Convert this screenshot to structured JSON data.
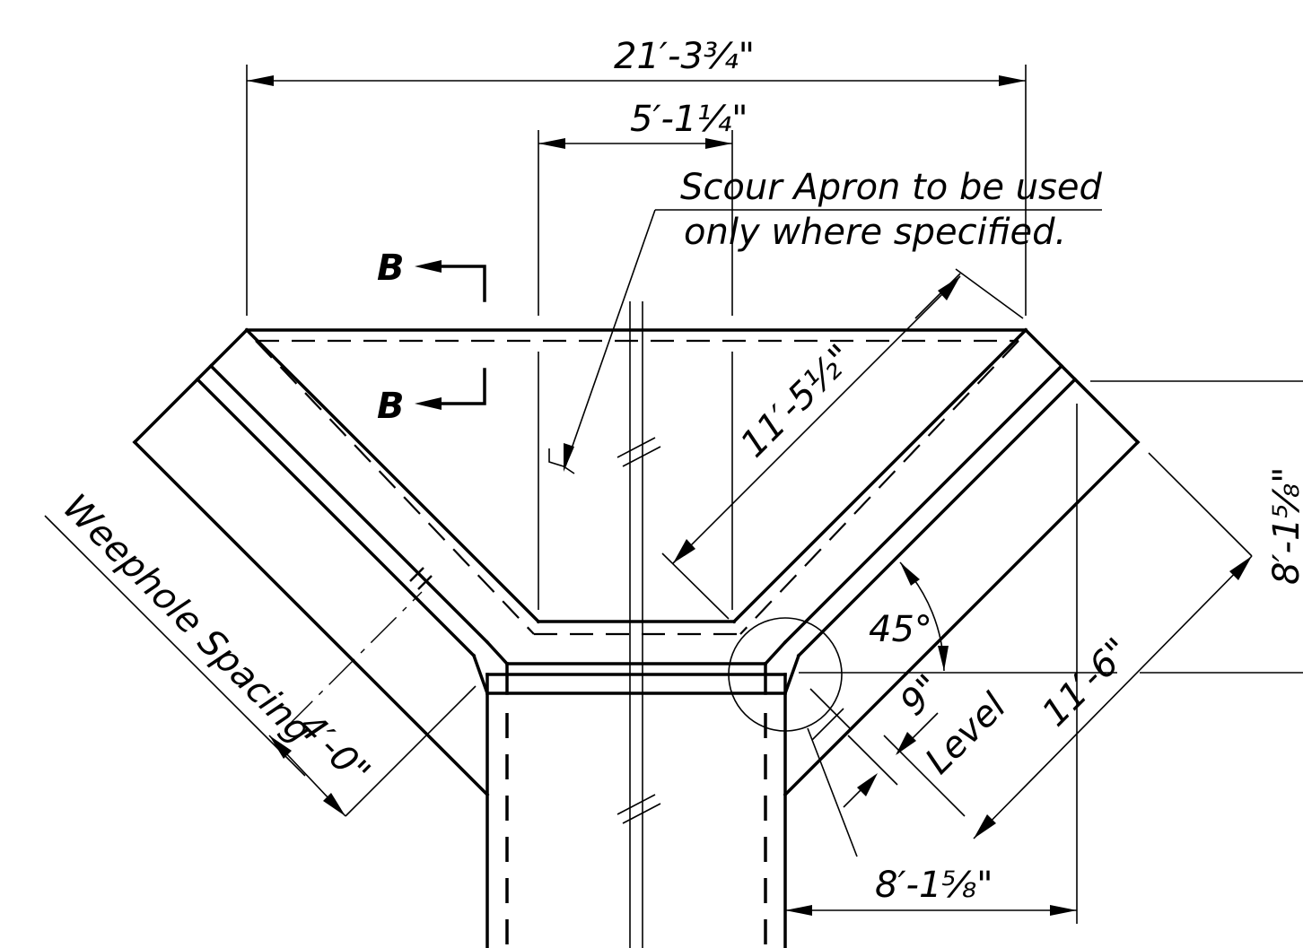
{
  "drawing": {
    "dimensions": {
      "overall_width": "21′-3¾\"",
      "inner_width": "5′-1¼\"",
      "diagonal_length": "11′-5½\"",
      "right_height": "8′-1⅝\"",
      "bottom_width": "8′-1⅝\"",
      "wing_length": "11′-6\"",
      "depth": "9\"",
      "weephole_offset": "4′-0\""
    },
    "labels": {
      "scour_note_line1": "Scour Apron to be used",
      "scour_note_line2": "only where specified.",
      "section_letter_top": "B",
      "section_letter_bottom": "B",
      "angle": "45°",
      "level": "Level",
      "weephole_spacing": "Weephole Spacing",
      "centerline": "℄"
    }
  }
}
